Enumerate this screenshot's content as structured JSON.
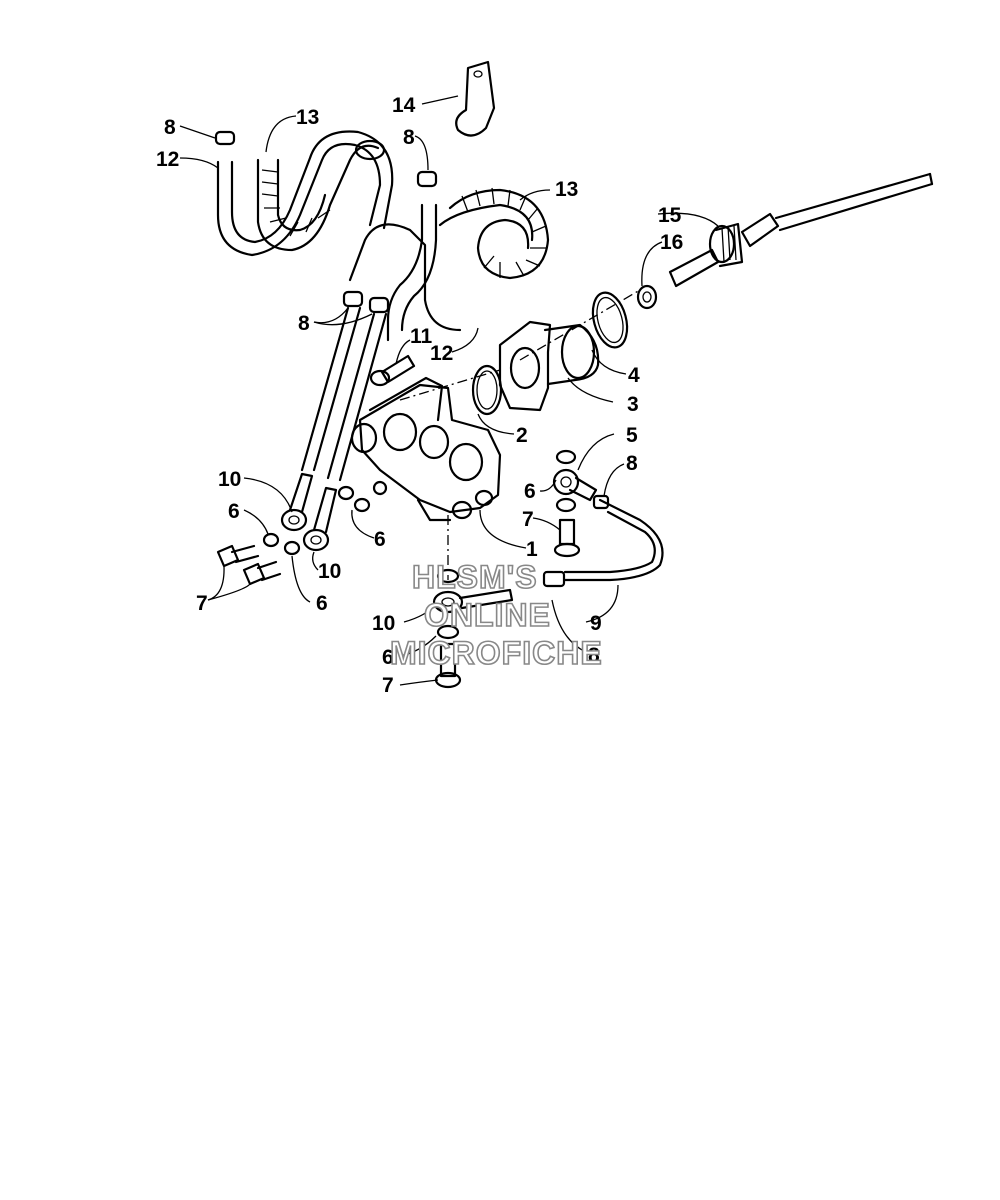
{
  "callouts": {
    "c1": "1",
    "c2": "2",
    "c3": "3",
    "c4": "4",
    "c5": "5",
    "c6a": "6",
    "c6b": "6",
    "c6c": "6",
    "c6d": "6",
    "c6e": "6",
    "c7a": "7",
    "c7b": "7",
    "c7c": "7",
    "c8a": "8",
    "c8b": "8",
    "c8c": "8",
    "c8d": "8",
    "c8e": "8",
    "c9": "9",
    "c10a": "10",
    "c10b": "10",
    "c10c": "10",
    "c11": "11",
    "c12a": "12",
    "c12b": "12",
    "c13a": "13",
    "c13b": "13",
    "c14": "14",
    "c15": "15",
    "c16": "16"
  },
  "watermark": {
    "line1": "HLSM'S",
    "line2": "ONLINE",
    "line3": "MICROFICHE"
  }
}
